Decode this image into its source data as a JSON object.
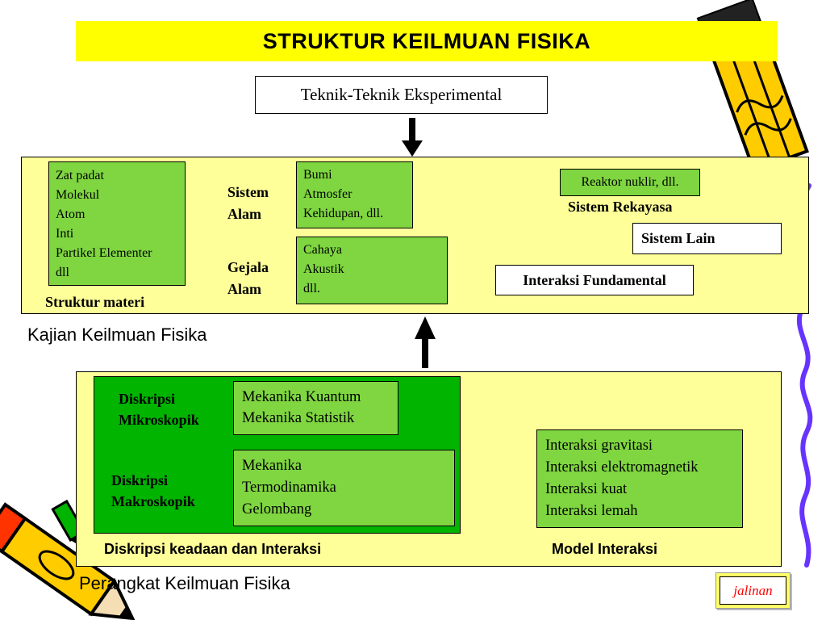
{
  "title": "STRUKTUR KEILMUAN FISIKA",
  "top_box": "Teknik-Teknik Eksperimental",
  "kajian": {
    "struktur_materi_items": [
      "Zat padat",
      "Molekul",
      "Atom",
      "Inti",
      "Partikel Elementer",
      "dll"
    ],
    "struktur_materi_label": "Struktur materi",
    "sistem_alam_label": [
      "Sistem",
      "Alam"
    ],
    "sistem_alam_items": [
      "Bumi",
      "Atmosfer",
      "Kehidupan, dll."
    ],
    "gejala_alam_label": [
      "Gejala",
      "Alam"
    ],
    "gejala_alam_items": [
      "Cahaya",
      "Akustik",
      "dll."
    ],
    "reaktor": "Reaktor nuklir, dll.",
    "sistem_rekayasa": "Sistem Rekayasa",
    "sistem_lain": "Sistem Lain",
    "interaksi_fundamental": "Interaksi Fundamental",
    "caption": "Kajian Keilmuan Fisika"
  },
  "perangkat": {
    "mikro_label": [
      "Diskripsi",
      "Mikroskopik"
    ],
    "mikro_items": [
      "Mekanika Kuantum",
      "Mekanika Statistik"
    ],
    "makro_label": [
      "Diskripsi",
      "Makroskopik"
    ],
    "makro_items": [
      "Mekanika",
      "Termodinamika",
      "Gelombang"
    ],
    "interaksi_items": [
      "Interaksi gravitasi",
      "Interaksi elektromagnetik",
      "Interaksi kuat",
      "Interaksi lemah"
    ],
    "diskripsi_caption": "Diskripsi keadaan dan Interaksi",
    "model_caption": "Model Interaksi",
    "caption": "Perangkat Keilmuan Fisika"
  },
  "jalinan": "jalinan",
  "colors": {
    "title_band": "#ffff00",
    "panel": "#ffff99",
    "green_box": "#7fd640",
    "dark_green": "#00b400",
    "pencil_body": "#ffcc00",
    "pencil_band": "#ff3300",
    "squiggle": "#6633ff"
  }
}
